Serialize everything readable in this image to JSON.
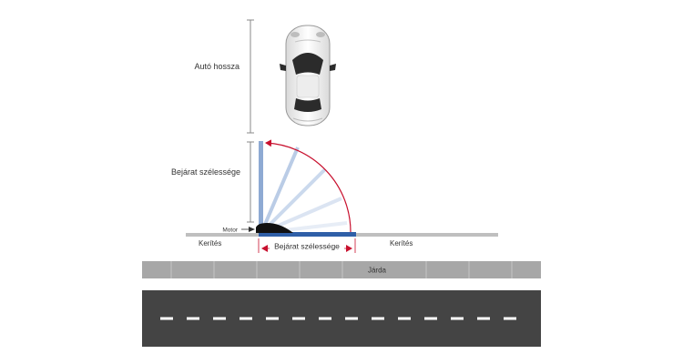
{
  "labels": {
    "car_length": "Autó hossza",
    "gate_width_side": "Bejárat szélessége",
    "motor": "Motor",
    "fence_left": "Kerítés",
    "fence_right": "Kerítés",
    "gate_width_bottom": "Bejárat szélessége",
    "sidewalk": "Járda"
  },
  "colors": {
    "gate_blue": "#2f5fa7",
    "arrow_red": "#c8102e",
    "fence_gray": "#bfbfbf",
    "sidewalk_gray": "#a7a7a7",
    "road_dark": "#444444",
    "lane_white": "#ffffff",
    "motor_black": "#111111"
  },
  "icons": {
    "car": "car-top-view-icon",
    "motor": "gate-motor-icon"
  }
}
